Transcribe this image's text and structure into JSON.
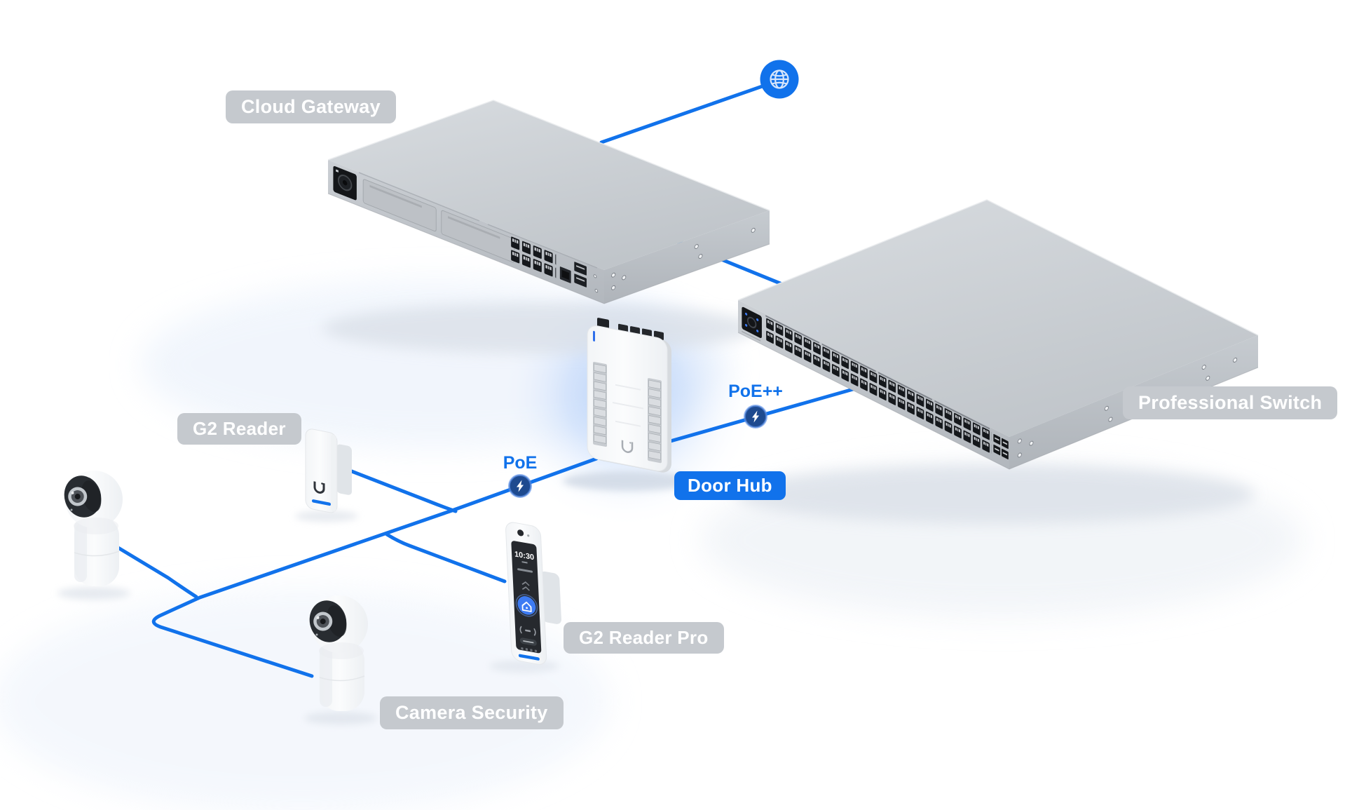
{
  "palette": {
    "accent_blue": "#1172EB",
    "badge_navy": "#1E4A8F",
    "label_gray": "#C5C9CE",
    "chassis_gray": "#C6CBD0",
    "port_black": "#15181C",
    "background": "#FFFFFF"
  },
  "devices": {
    "cloud_gateway": {
      "label": "Cloud Gateway"
    },
    "professional_switch": {
      "label": "Professional Switch"
    },
    "door_hub": {
      "label": "Door Hub"
    },
    "g2_reader": {
      "label": "G2 Reader"
    },
    "g2_reader_pro": {
      "label": "G2 Reader Pro",
      "screen_time": "10:30"
    },
    "camera_security": {
      "label": "Camera Security"
    }
  },
  "links": {
    "poe": {
      "label": "PoE"
    },
    "poe_plus": {
      "label": "PoE++"
    }
  },
  "icons": {
    "internet": "globe-icon",
    "poe_power": "lightning-bolt-icon"
  }
}
